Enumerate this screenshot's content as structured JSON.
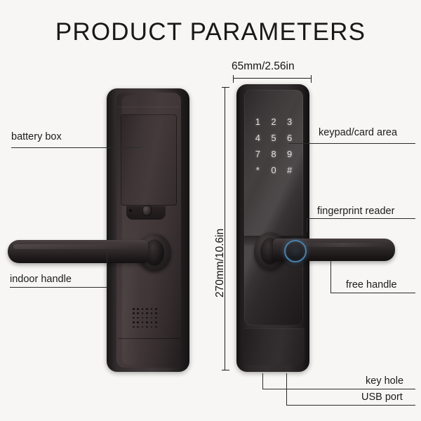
{
  "page": {
    "title": "PRODUCT PARAMETERS",
    "background_color": "#f7f6f4",
    "product": "smart door lock"
  },
  "dimensions": {
    "width_label": "65mm/2.56in",
    "height_label": "270mm/10.6in"
  },
  "keypad": {
    "keys": [
      "1",
      "2",
      "3",
      "4",
      "5",
      "6",
      "7",
      "8",
      "9",
      "*",
      "0",
      "#"
    ]
  },
  "callouts": {
    "battery_box": "battery box",
    "indoor_handle": "indoor handle",
    "keypad_card_area": "keypad/card area",
    "fingerprint_reader": "fingerprint reader",
    "free_handle": "free handle",
    "key_hole": "key hole",
    "usb_port": "USB port"
  },
  "colors": {
    "fingerprint_ring": "#4a7fa8",
    "body": "#2b2526",
    "line": "#2b2b2b",
    "text": "#1b1b1b"
  }
}
